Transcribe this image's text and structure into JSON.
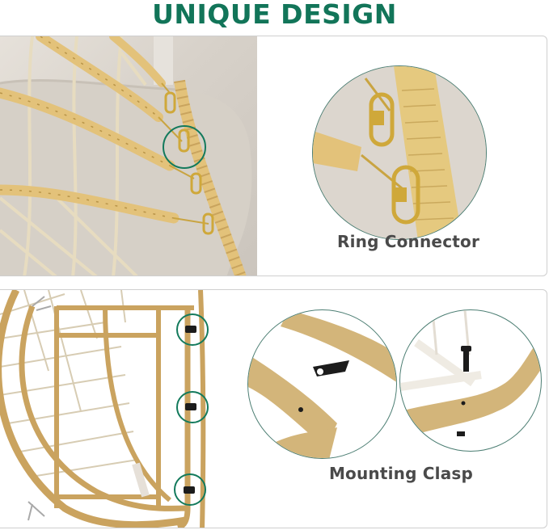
{
  "header": {
    "title": "UNIQUE DESIGN"
  },
  "panels": [
    {
      "id": "ring-connector",
      "caption": "Ring Connector",
      "image_description": "Close-up of wicker egg chair rim with cushion; rattan-wrapped ribs attach to frame via gold ring connectors (carabiner links)",
      "highlight_markers": 1,
      "detail_circles": 1
    },
    {
      "id": "mounting-clasp",
      "caption": "Mounting Clasp",
      "image_description": "Rattan-wrapped chair frame with three black mounting clasps on side rail; detail circles show clasp tab and screw",
      "highlight_markers": 3,
      "detail_circles": 2
    }
  ],
  "colors": {
    "title_green": "#127559",
    "highlight_ring": "#137a5c",
    "caption_text": "#4a4a4a",
    "rattan": "#e3c27a",
    "rattan_dark": "#c9a45e",
    "cushion": "#d9d3cb",
    "panel_border": "#cfcfcf",
    "clasp_black": "#1c1c1c"
  }
}
